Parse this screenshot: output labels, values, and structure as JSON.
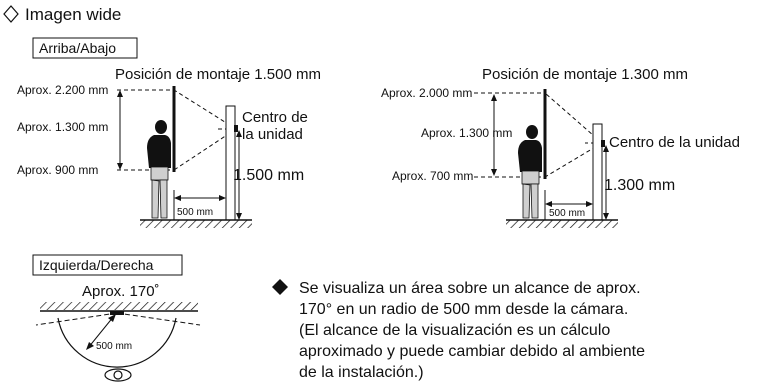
{
  "header": {
    "bullet_icon": "diamond-outline-icon",
    "title": "Imagen wide"
  },
  "section_vertical": {
    "label": "Arriba/Abajo",
    "left": {
      "title": "Posición de montaje 1.500 mm",
      "top_label": "Aprox. 2.200 mm",
      "mid_label": "Aprox. 1.300 mm",
      "bottom_label": "Aprox. 900 mm",
      "center_line1": "Centro de",
      "center_line2": "la unidad",
      "height_label": "1.500 mm",
      "distance_label": "500 mm"
    },
    "right": {
      "title": "Posición de montaje 1.300 mm",
      "top_label": "Aprox. 2.000 mm",
      "mid_label": "Aprox. 1.300 mm",
      "bottom_label": "Aprox. 700 mm",
      "center_label": "Centro de la unidad",
      "height_label": "1.300 mm",
      "distance_label": "500 mm"
    }
  },
  "section_horizontal": {
    "label": "Izquierda/Derecha",
    "angle_label": "Aprox. 170˚",
    "radius_label": "500 mm"
  },
  "note": {
    "bullet_icon": "diamond-filled-icon",
    "lines": [
      "Se visualiza un área sobre un alcance de aprox.",
      "170° en un radio de 500 mm desde la cámara.",
      "(El alcance de la visualización es un cálculo",
      "aproximado y puede cambiar debido al ambiente",
      "de la instalación.)"
    ]
  }
}
